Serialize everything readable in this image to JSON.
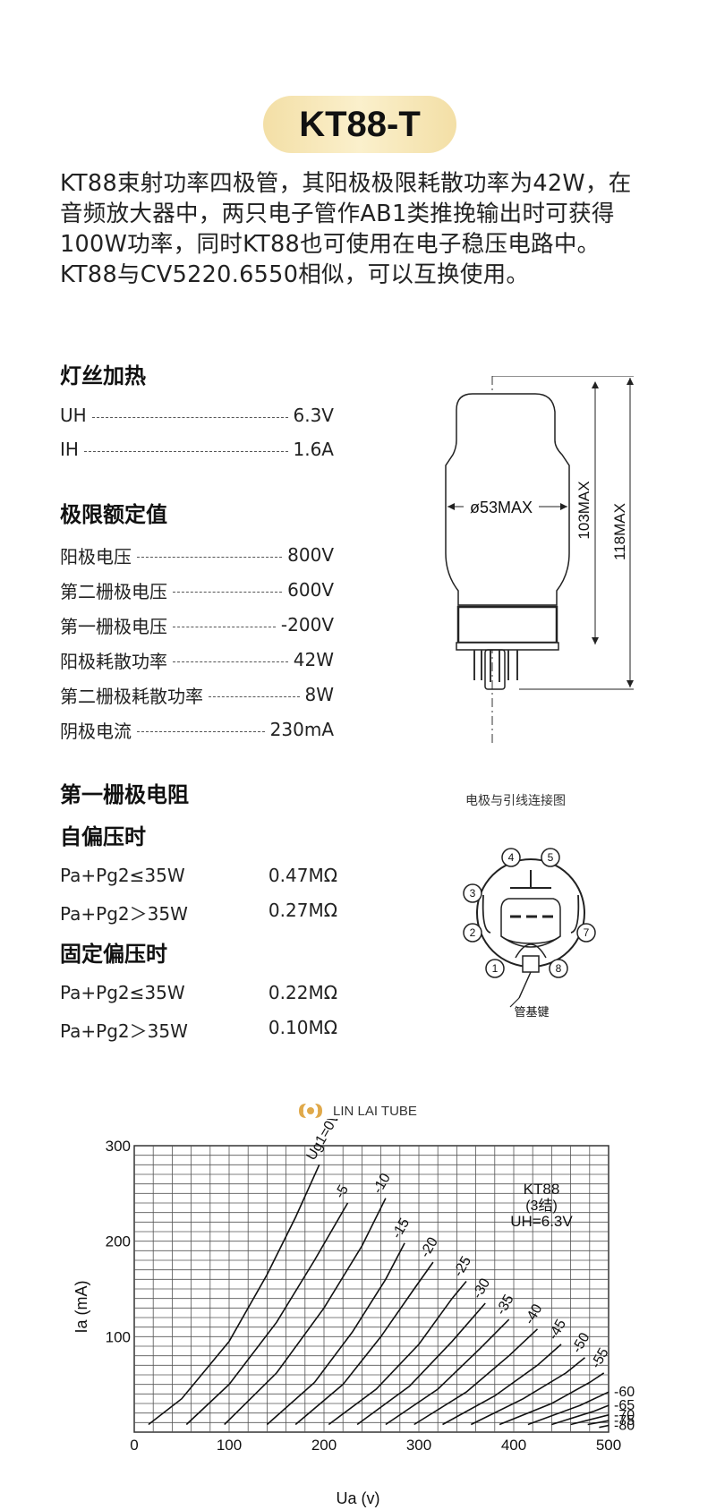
{
  "title": "KT88-T",
  "intro": [
    "KT88束射功率四极管，其阳极极限耗散功率为42W，在",
    "音频放大器中，两只电子管作AB1类推挽输出时可获得",
    "100W功率，同时KT88也可使用在电子稳压电路中。",
    "KT88与CV5220.6550相似，可以互换使用。"
  ],
  "filament": {
    "heading": "灯丝加热",
    "rows": [
      {
        "label": "UH",
        "value": "6.3V"
      },
      {
        "label": "IH",
        "value": "1.6A"
      }
    ]
  },
  "limits": {
    "heading": "极限额定值",
    "rows": [
      {
        "label": "阳极电压",
        "value": "800V"
      },
      {
        "label": "第二栅极电压",
        "value": "600V"
      },
      {
        "label": "第一栅极电压",
        "value": "-200V"
      },
      {
        "label": "阳极耗散功率",
        "value": "42W"
      },
      {
        "label": "第二栅极耗散功率",
        "value": "8W"
      },
      {
        "label": "阴极电流",
        "value": "230mA"
      }
    ]
  },
  "grid_resistance": {
    "heading": "第一栅极电阻",
    "self_bias": {
      "heading": "自偏压时",
      "rows": [
        {
          "label": "Pa+Pg2≤35W",
          "value": "0.47MΩ"
        },
        {
          "label": "Pa+Pg2＞35W",
          "value": "0.27MΩ"
        }
      ]
    },
    "fixed_bias": {
      "heading": "固定偏压时",
      "rows": [
        {
          "label": "Pa+Pg2≤35W",
          "value": "0.22MΩ"
        },
        {
          "label": "Pa+Pg2＞35W",
          "value": "0.10MΩ"
        }
      ]
    }
  },
  "tube_drawing": {
    "diameter_label": "ø53MAX",
    "height_label_1": "103MAX",
    "height_label_2": "118MAX"
  },
  "pin_diagram": {
    "caption": "电极与引线连接图",
    "pins": [
      "1",
      "2",
      "3",
      "4",
      "5",
      "7",
      "8"
    ],
    "key_label": "管基键"
  },
  "brand": {
    "name": "LIN LAI TUBE",
    "logo_color": "#e0a94a"
  },
  "chart_data": {
    "type": "line",
    "title": "",
    "xlabel": "Ua (v)",
    "ylabel": "Ia  (mA)",
    "xlim": [
      0,
      500
    ],
    "ylim": [
      0,
      300
    ],
    "x_ticks": [
      "0",
      "100",
      "200",
      "300",
      "400",
      "500"
    ],
    "y_ticks": [
      "100",
      "200",
      "300"
    ],
    "grid": true,
    "annotation": [
      "KT88",
      "(3结)",
      "UH=6.3V"
    ],
    "series": [
      {
        "name": "Ug1=0V",
        "points": [
          [
            15,
            8
          ],
          [
            50,
            35
          ],
          [
            100,
            95
          ],
          [
            140,
            165
          ],
          [
            170,
            225
          ],
          [
            195,
            280
          ]
        ]
      },
      {
        "name": "-5",
        "points": [
          [
            55,
            8
          ],
          [
            100,
            50
          ],
          [
            150,
            115
          ],
          [
            190,
            180
          ],
          [
            225,
            240
          ]
        ]
      },
      {
        "name": "-10",
        "points": [
          [
            95,
            8
          ],
          [
            150,
            62
          ],
          [
            200,
            130
          ],
          [
            240,
            195
          ],
          [
            265,
            245
          ]
        ]
      },
      {
        "name": "-15",
        "points": [
          [
            140,
            8
          ],
          [
            190,
            52
          ],
          [
            230,
            105
          ],
          [
            265,
            160
          ],
          [
            285,
            198
          ]
        ]
      },
      {
        "name": "-20",
        "points": [
          [
            170,
            8
          ],
          [
            220,
            50
          ],
          [
            260,
            100
          ],
          [
            295,
            150
          ],
          [
            315,
            178
          ]
        ]
      },
      {
        "name": "-25",
        "points": [
          [
            205,
            8
          ],
          [
            255,
            45
          ],
          [
            300,
            92
          ],
          [
            335,
            140
          ],
          [
            350,
            158
          ]
        ]
      },
      {
        "name": "-30",
        "points": [
          [
            235,
            8
          ],
          [
            290,
            48
          ],
          [
            335,
            95
          ],
          [
            370,
            135
          ]
        ]
      },
      {
        "name": "-35",
        "points": [
          [
            265,
            8
          ],
          [
            320,
            45
          ],
          [
            365,
            88
          ],
          [
            395,
            118
          ]
        ]
      },
      {
        "name": "-40",
        "points": [
          [
            295,
            8
          ],
          [
            350,
            42
          ],
          [
            395,
            80
          ],
          [
            425,
            108
          ]
        ]
      },
      {
        "name": "-45",
        "points": [
          [
            325,
            8
          ],
          [
            380,
            38
          ],
          [
            425,
            70
          ],
          [
            450,
            92
          ]
        ]
      },
      {
        "name": "-50",
        "points": [
          [
            355,
            8
          ],
          [
            410,
            35
          ],
          [
            455,
            62
          ],
          [
            475,
            78
          ]
        ]
      },
      {
        "name": "-55",
        "points": [
          [
            385,
            8
          ],
          [
            440,
            30
          ],
          [
            480,
            52
          ],
          [
            495,
            62
          ]
        ]
      },
      {
        "name": "-60",
        "points": [
          [
            415,
            8
          ],
          [
            470,
            28
          ],
          [
            500,
            42
          ]
        ]
      },
      {
        "name": "-65",
        "points": [
          [
            440,
            8
          ],
          [
            485,
            22
          ],
          [
            500,
            28
          ]
        ]
      },
      {
        "name": "-70",
        "points": [
          [
            460,
            8
          ],
          [
            500,
            18
          ]
        ]
      },
      {
        "name": "-75",
        "points": [
          [
            478,
            8
          ],
          [
            500,
            12
          ]
        ]
      },
      {
        "name": "-80",
        "points": [
          [
            490,
            5
          ],
          [
            500,
            7
          ]
        ]
      }
    ]
  }
}
